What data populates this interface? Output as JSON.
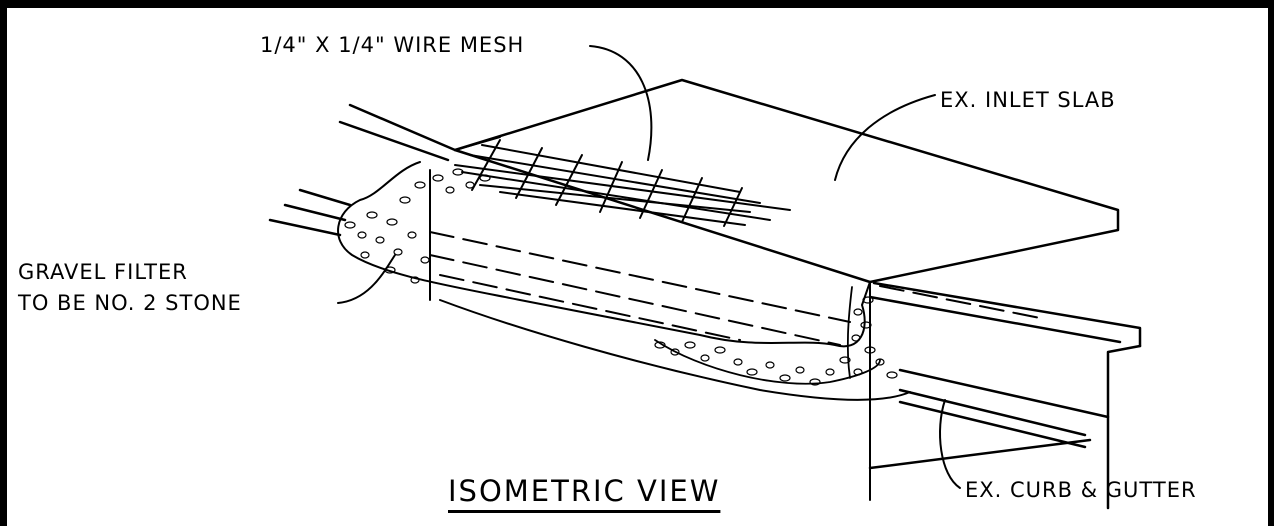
{
  "labels": {
    "wire_mesh": "1/4\" X 1/4\" WIRE MESH",
    "inlet_slab": "EX. INLET SLAB",
    "gravel_line1": "GRAVEL FILTER",
    "gravel_line2": "TO BE NO. 2 STONE",
    "curb_gutter": "EX. CURB & GUTTER"
  },
  "title": "ISOMETRIC VIEW"
}
